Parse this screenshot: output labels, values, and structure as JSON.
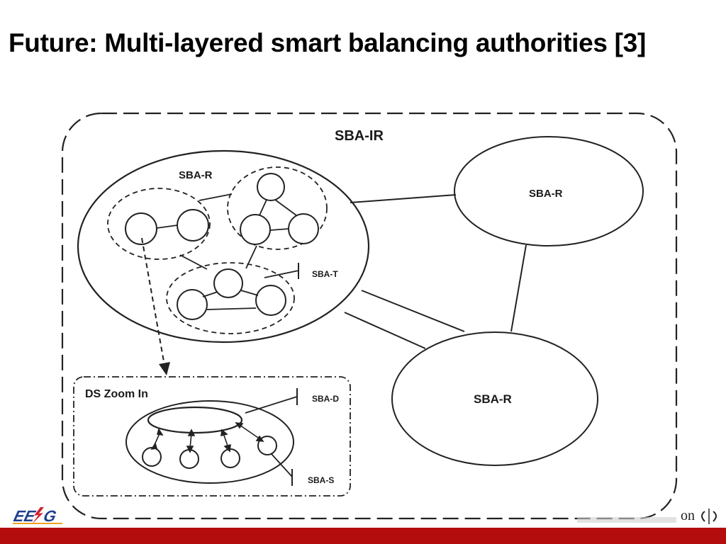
{
  "slide": {
    "title": "Future: Multi-layered smart balancing authorities [3]"
  },
  "diagram": {
    "labels": {
      "interconnection": "SBA-IR",
      "region_left": "SBA-R",
      "region_right": "SBA-R",
      "region_bottom": "SBA-R",
      "transmission": "SBA-T",
      "zoom_title": "DS Zoom In",
      "distribution": "SBA-D",
      "subsystem": "SBA-S"
    }
  },
  "logos": {
    "left_icon": "eesg-logo-icon",
    "right_icon": "partner-logo-icon",
    "right_text_fragment": "on"
  },
  "colors": {
    "footer_bar": "#b30d0d",
    "logo_blue": "#1e3f8f",
    "logo_red": "#d11f2b",
    "logo_orange": "#f2a122"
  }
}
